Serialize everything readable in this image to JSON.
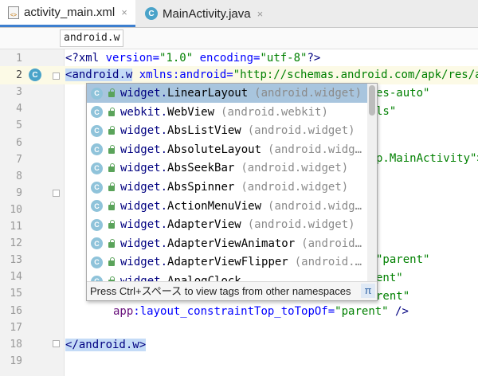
{
  "tabs": [
    {
      "label": "activity_main.xml",
      "active": true,
      "icon": "xml-file-icon"
    },
    {
      "label": "MainActivity.java",
      "active": false,
      "icon": "class-icon"
    }
  ],
  "tab_close_glyph": "×",
  "breadcrumb": "android.w",
  "lines": [
    {
      "n": "1"
    },
    {
      "n": "2"
    },
    {
      "n": "3"
    },
    {
      "n": "4"
    },
    {
      "n": "5"
    },
    {
      "n": "6"
    },
    {
      "n": "7"
    },
    {
      "n": "8"
    },
    {
      "n": "9"
    },
    {
      "n": "10"
    },
    {
      "n": "11"
    },
    {
      "n": "12"
    },
    {
      "n": "13"
    },
    {
      "n": "14"
    },
    {
      "n": "15"
    },
    {
      "n": "16"
    },
    {
      "n": "17"
    },
    {
      "n": "18"
    },
    {
      "n": "19"
    }
  ],
  "code": {
    "l1": {
      "open": "<?",
      "tag": "xml",
      "a1": " version=",
      "v1": "\"1.0\"",
      "a2": " encoding=",
      "v2": "\"utf-8\"",
      "close": "?>"
    },
    "l2": {
      "lt": "<",
      "tag": "android.w",
      "a1": " xmlns:android=",
      "v1": "\"http://schemas.android.com/apk/res/an"
    },
    "l3": {
      "text": "es-auto\""
    },
    "l4": {
      "text": "ls\""
    },
    "l7": {
      "text": "p.MainActivity\">"
    },
    "l13": {
      "text": "\"parent\""
    },
    "l14": {
      "text": "ent\""
    },
    "l15": {
      "text": "rent\""
    },
    "l16": {
      "ns": "app",
      "attr": ":layout_constraintTop_toTopOf=",
      "val": "\"parent\"",
      "close": " />"
    },
    "l18": {
      "text": "</android.w>"
    }
  },
  "gutter_class_icon": "C",
  "completion": {
    "items": [
      {
        "name_prefix": "widget.",
        "name": "LinearLayout",
        "pkg": "(android.widget)",
        "selected": true
      },
      {
        "name_prefix": "webkit.",
        "name": "WebView",
        "pkg": "(android.webkit)",
        "selected": false
      },
      {
        "name_prefix": "widget.",
        "name": "AbsListView",
        "pkg": "(android.widget)",
        "selected": false
      },
      {
        "name_prefix": "widget.",
        "name": "AbsoluteLayout",
        "pkg": "(android.widg…",
        "selected": false
      },
      {
        "name_prefix": "widget.",
        "name": "AbsSeekBar",
        "pkg": "(android.widget)",
        "selected": false
      },
      {
        "name_prefix": "widget.",
        "name": "AbsSpinner",
        "pkg": "(android.widget)",
        "selected": false
      },
      {
        "name_prefix": "widget.",
        "name": "ActionMenuView",
        "pkg": "(android.widg…",
        "selected": false
      },
      {
        "name_prefix": "widget.",
        "name": "AdapterView",
        "pkg": "(android.widget)",
        "selected": false
      },
      {
        "name_prefix": "widget.",
        "name": "AdapterViewAnimator",
        "pkg": "(android…",
        "selected": false
      },
      {
        "name_prefix": "widget.",
        "name": "AdapterViewFlipper",
        "pkg": "(android.…",
        "selected": false
      },
      {
        "name_prefix": "widget.",
        "name": "AnalogClock",
        "pkg": "",
        "selected": false
      }
    ],
    "hint": "Press Ctrl+スペース to view tags from other namespaces",
    "hint_pi": "π",
    "item_icon_letter": "C"
  }
}
